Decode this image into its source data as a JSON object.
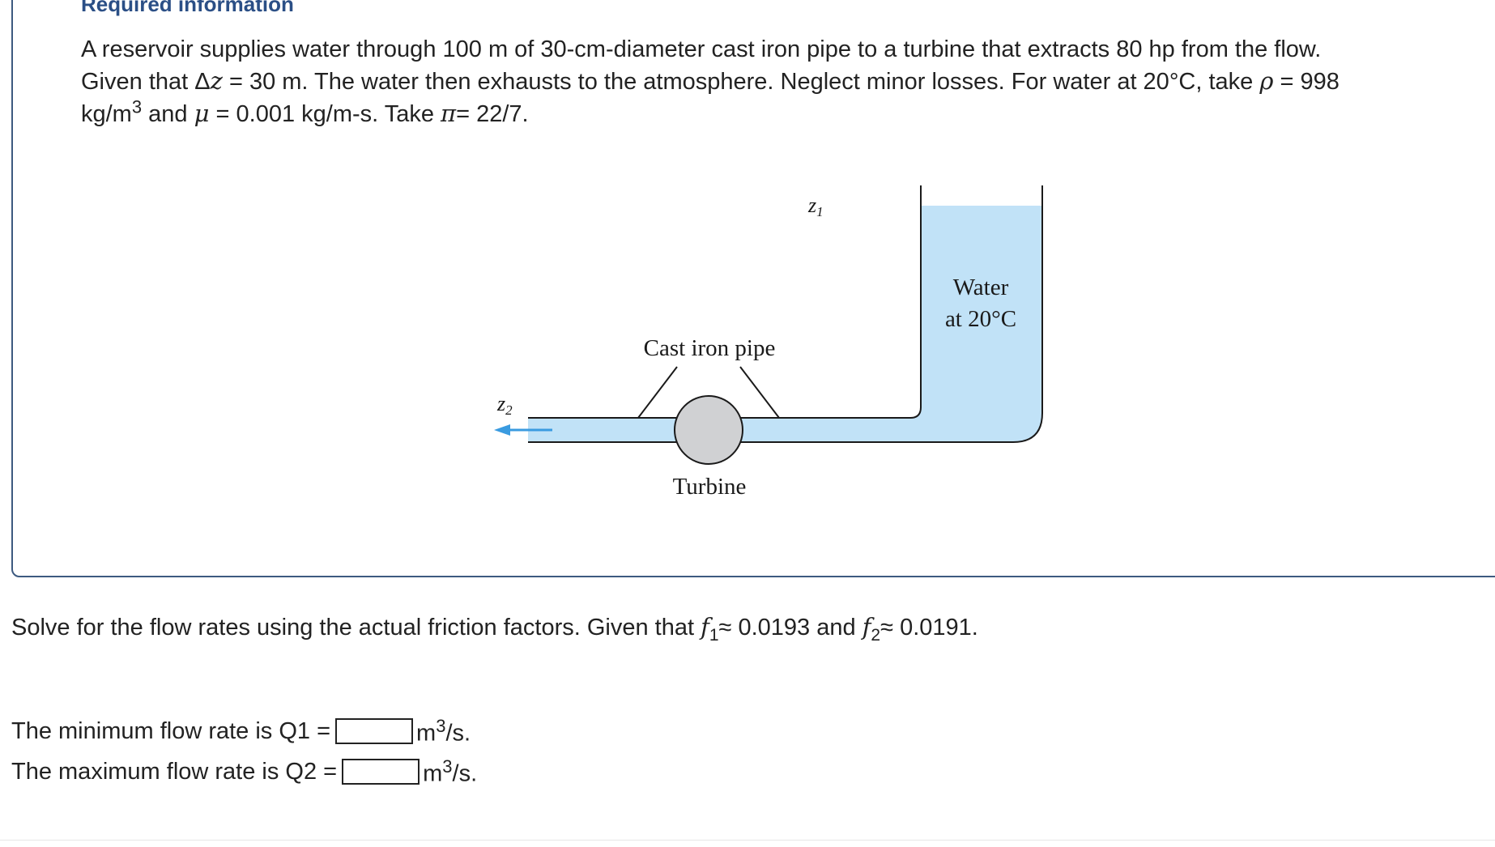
{
  "header": {
    "title": "Required information"
  },
  "problem": {
    "line1": "A reservoir supplies water through 100 m of 30-cm-diameter cast iron pipe to a turbine that extracts 80 hp from the flow.",
    "line2_a": "Given that Δ",
    "line2_z": "z",
    "line2_b": " = 30 m. The water then exhausts to the atmosphere. Neglect minor losses. For water at 20°C, take ",
    "line2_rho": "ρ",
    "line2_c": " = 998",
    "line3_a": "kg/m",
    "line3_sup": "3",
    "line3_b": " and ",
    "line3_mu": "μ",
    "line3_c": " = 0.001 kg/m-s. Take ",
    "line3_pi": "π",
    "line3_d": "= 22/7."
  },
  "diagram": {
    "z1_label": "z",
    "z1_sub": "1",
    "z2_label": "z",
    "z2_sub": "2",
    "water_label_1": "Water",
    "water_label_2": "at 20°C",
    "pipe_label": "Cast iron pipe",
    "turbine_label": "Turbine",
    "water_color": "#c1e2f7",
    "turbine_color": "#d0d1d3",
    "arrow_color": "#3a9be0"
  },
  "instruction": {
    "a": "Solve for the flow rates using the actual friction factors. Given that ",
    "f": "f",
    "f1_sub": "1",
    "b": "≈ 0.0193 and ",
    "f2_sub": "2",
    "c": "≈ 0.0191."
  },
  "answers": {
    "q1_label": "The minimum flow rate is Q1 =",
    "q2_label": "The maximum flow rate is Q2 =",
    "q1_value": "",
    "q2_value": "",
    "unit_base": "m",
    "unit_sup": "3",
    "unit_tail": "/s."
  }
}
